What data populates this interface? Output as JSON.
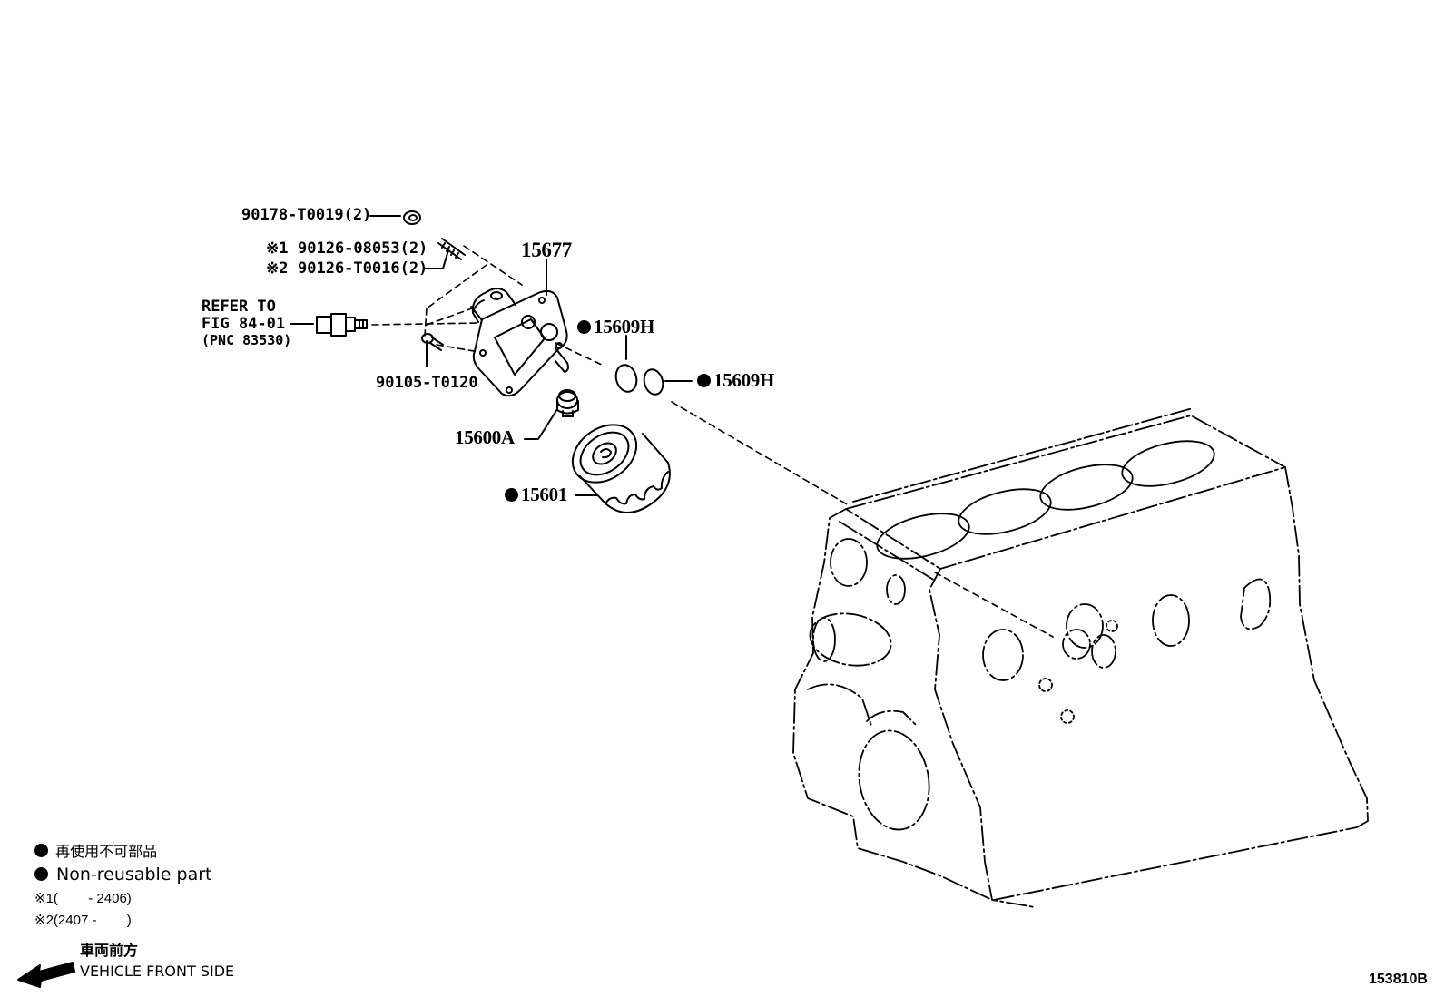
{
  "parts": {
    "p90178": "90178-T0019(2)",
    "p90126_1_mark": "※1",
    "p90126_1": "90126-08053(2)",
    "p90126_2_mark": "※2",
    "p90126_2": "90126-T0016(2)",
    "p15677": "15677",
    "refer_line1": "REFER TO",
    "refer_line2": "FIG 84-01",
    "refer_line3": "(PNC 83530)",
    "p15609h_a": "15609H",
    "p15609h_b": "15609H",
    "p90105": "90105-T0120",
    "p15600a": "15600A",
    "p15601": "15601"
  },
  "legend": {
    "nonreusable_jp": "再使用不可部品",
    "nonreusable_en": "Non-reusable part",
    "note1_mark": "※1",
    "note1_range": "(        - 2406)",
    "note2_mark": "※2",
    "note2_range": "(2407 -        )",
    "front_jp": "車両前方",
    "front_en": "VEHICLE FRONT SIDE"
  },
  "figure_id": "153810B"
}
